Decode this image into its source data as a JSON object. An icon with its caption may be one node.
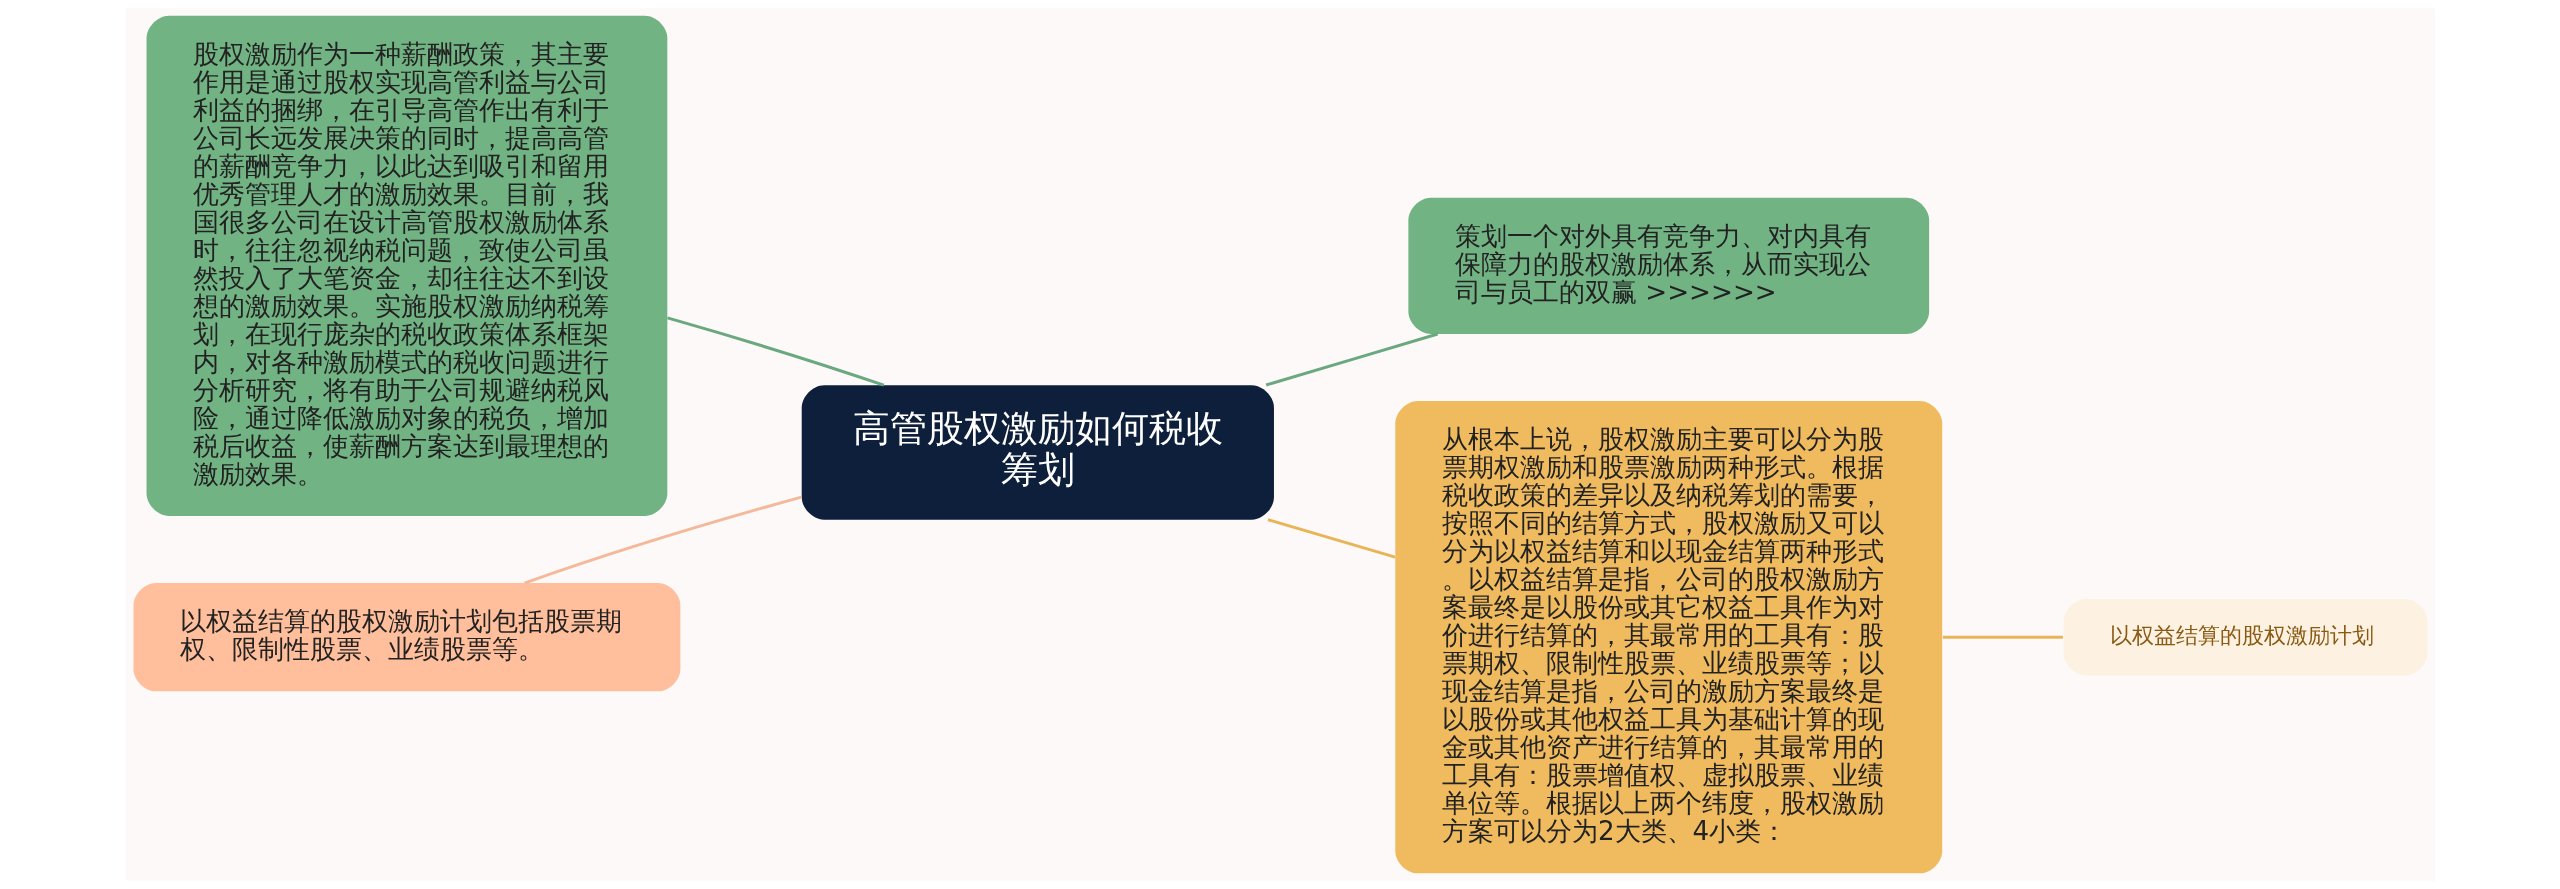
{
  "diagram": {
    "nodes": [
      {
        "text": [
          "高管股权激励如何税收筹划"
        ]
      },
      {
        "text": [
          "股权激励作为一种薪酬政策，其主要作用是通过股权实现高管利益与公司利益的捆绑，在引导高管作出有利于公司长远发展决策的同时，提高高管的薪酬竞争力，以此达到吸引和留用优秀管理人才的激励效果。目前，我国很多公司在设计高管股权激励体系时，往往忽视纳税问题，致使公司虽然投入了大笔资金，却往往达不到设想的激励效果。实施股权激励纳税筹划，在现行庞杂的税收政策体系框架内，对各种激励模式的税收问题进行分析研究，将有助于公司规避纳税风险，通过降低激励对象的税负，增加税后收益，使薪酬方案达到最理想的激励效果。"
        ]
      },
      {
        "text": [
          "策划一个对外具有竞争力、对内具有保障力的股权激励体系，从而实现公司与员工的双赢 >>>>>>"
        ]
      },
      {
        "text": [
          "从根本上说，股权激励主要可以分为股票期权激励和股票激励两种形式。根据税收政策的差异以及纳税筹划的需要，按照不同的结算方式，股权激励又可以分为以权益结算和以现金结算两种形式。以权益结算是指，公司的股权激励方案最终是以股份或其它权益工具作为对价进行结算的，其最常用的工具有：股票期权、限制性股票、业绩股票等；以现金结算是指，公司的激励方案最终是以股份或其他权益工具为基础计算的现金或其他资产进行结算的，其最常用的工具有：股票增值权、虚拟股票、业绩单位等。根据以上两个纬度，股权激励方案可以分为2大类、4小类："
        ]
      },
      {
        "text": [
          "以权益结算的股权激励计划"
        ]
      },
      {
        "text": [
          "以权益结算的股权激励计划包括股票期权、限制性股票、业绩股票等。"
        ]
      }
    ],
    "edges": [
      {
        "from": 0,
        "to": 1,
        "arrow": "none",
        "color": "#6aa97f"
      },
      {
        "from": 0,
        "to": 2,
        "arrow": "none",
        "color": "#6aa97f"
      },
      {
        "from": 0,
        "to": 3,
        "arrow": "none",
        "color": "#e8b458"
      },
      {
        "from": 3,
        "to": 4,
        "arrow": "none",
        "color": "#e8b458"
      },
      {
        "from": 0,
        "to": 5,
        "arrow": "none",
        "color": "#f4b99a"
      }
    ]
  }
}
